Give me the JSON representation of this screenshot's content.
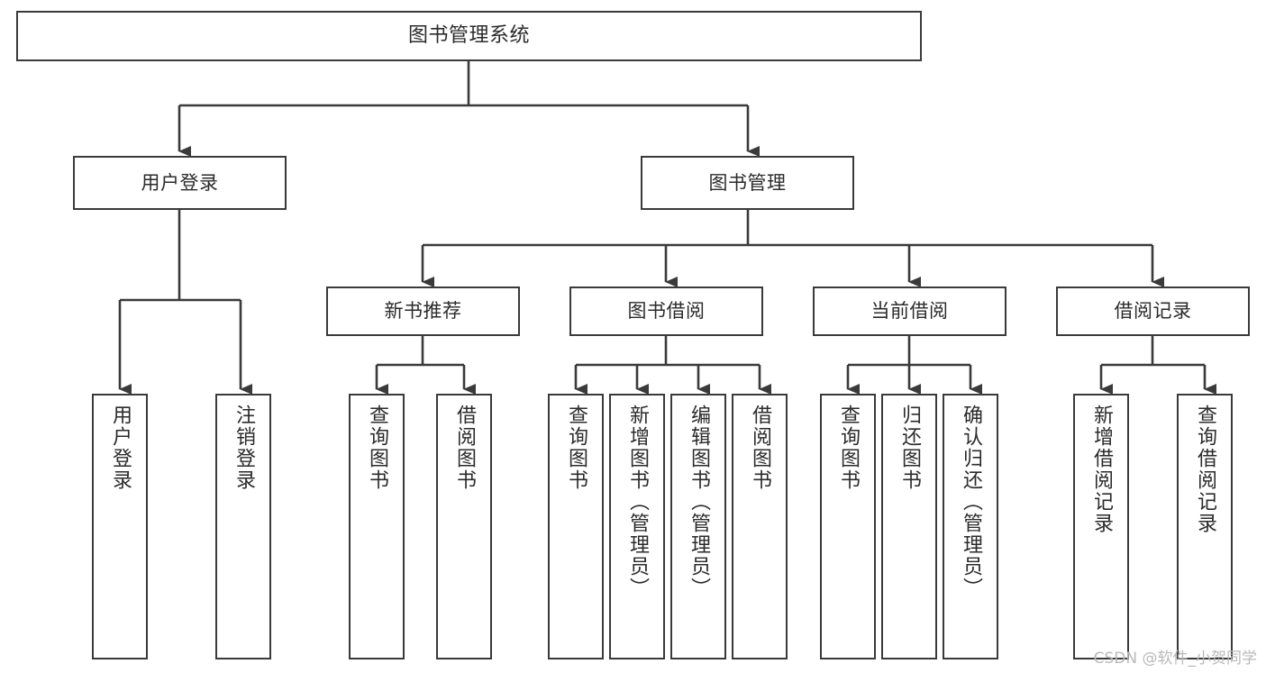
{
  "diagram": {
    "title": "图书管理系统",
    "type": "tree-hierarchy",
    "colors": {
      "background": "#ffffff",
      "box_border": "#3a3a3a",
      "box_fill": "#ffffff",
      "text": "#2b2b2b",
      "connector": "#3a3a3a",
      "watermark": "#b9b9b9"
    },
    "root": {
      "label": "图书管理系统"
    },
    "level1": [
      {
        "label": "用户登录"
      },
      {
        "label": "图书管理"
      }
    ],
    "level2": [
      {
        "label": "新书推荐"
      },
      {
        "label": "图书借阅"
      },
      {
        "label": "当前借阅"
      },
      {
        "label": "借阅记录"
      }
    ],
    "leaves": {
      "user_login": [
        {
          "label": "用户登录"
        },
        {
          "label": "注销登录"
        }
      ],
      "new_book_recommend": [
        {
          "label": "查询图书"
        },
        {
          "label": "借阅图书"
        }
      ],
      "book_borrow": [
        {
          "label": "查询图书"
        },
        {
          "label": "新增图书（管理员）"
        },
        {
          "label": "编辑图书（管理员）"
        },
        {
          "label": "借阅图书"
        }
      ],
      "current_borrow": [
        {
          "label": "查询图书"
        },
        {
          "label": "归还图书"
        },
        {
          "label": "确认归还（管理员）"
        }
      ],
      "borrow_record": [
        {
          "label": "新增借阅记录"
        },
        {
          "label": "查询借阅记录"
        }
      ]
    }
  },
  "watermark": {
    "text": "CSDN @软件_小贺同学"
  }
}
